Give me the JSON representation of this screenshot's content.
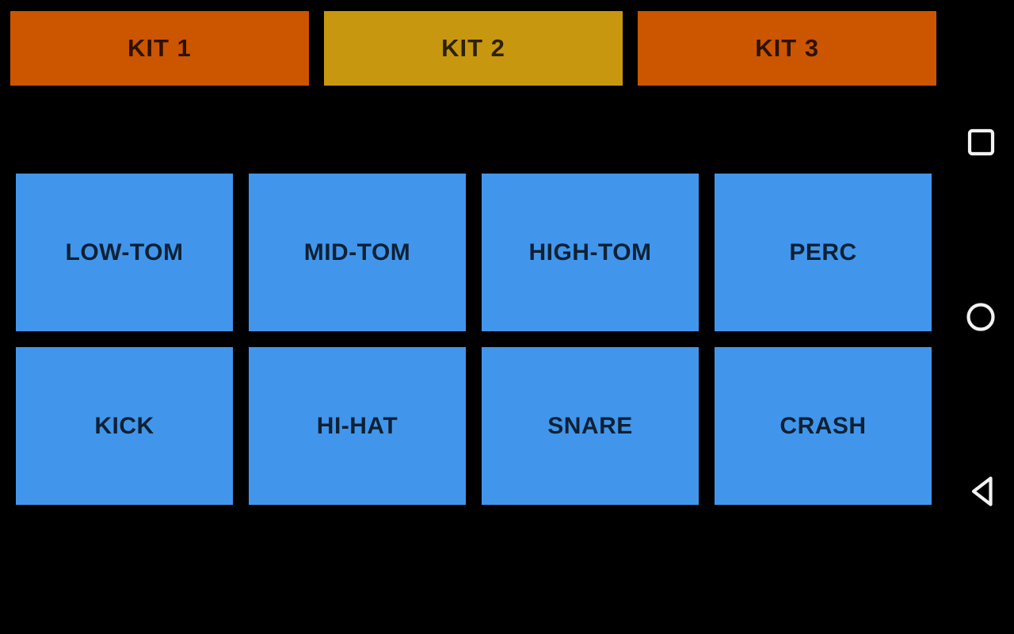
{
  "kits": [
    {
      "label": "KIT 1",
      "selected": false
    },
    {
      "label": "KIT 2",
      "selected": true
    },
    {
      "label": "KIT 3",
      "selected": false
    }
  ],
  "pads": [
    {
      "label": "LOW-TOM"
    },
    {
      "label": "MID-TOM"
    },
    {
      "label": "HIGH-TOM"
    },
    {
      "label": "PERC"
    },
    {
      "label": "KICK"
    },
    {
      "label": "HI-HAT"
    },
    {
      "label": "SNARE"
    },
    {
      "label": "CRASH"
    }
  ],
  "nav": {
    "recents_icon": "square-icon",
    "home_icon": "circle-icon",
    "back_icon": "triangle-left-icon"
  },
  "colors": {
    "background": "#000000",
    "kit_inactive": "#CC5500",
    "kit_active": "#C89710",
    "pad": "#4196EC",
    "nav_icon": "#F2F2F2"
  }
}
